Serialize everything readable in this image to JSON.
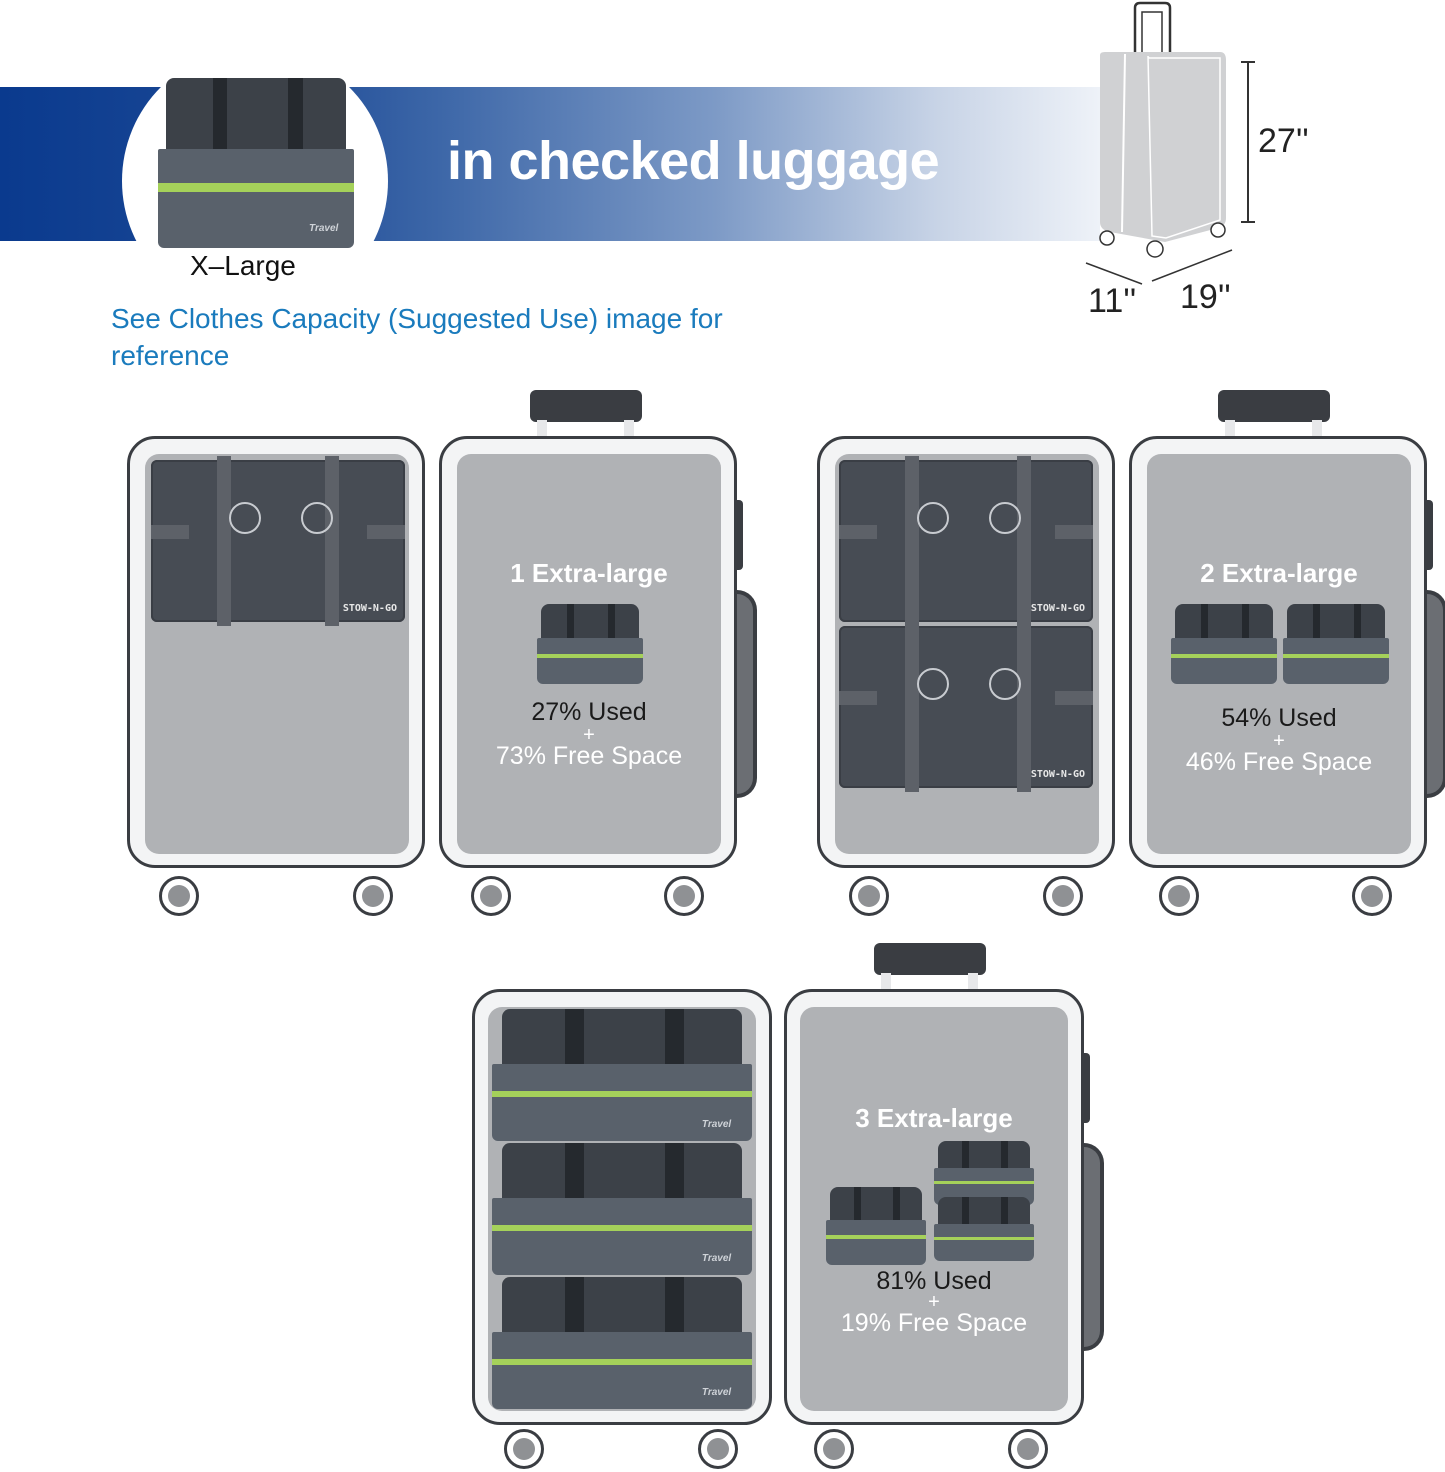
{
  "banner": {
    "title": "in checked luggage",
    "size_label": "X–Large",
    "reference_note": "See Clothes Capacity (Suggested Use) image for reference",
    "colors": {
      "gradient_start": "#0a3a8e",
      "gradient_end": "#eef2f8",
      "note_text": "#1a7bbd"
    }
  },
  "dimensions": {
    "height": "27''",
    "depth": "11''",
    "width": "19''"
  },
  "product": {
    "brand_bag": "Travel",
    "brand_flat": "STOW-N-GO"
  },
  "scenarios": [
    {
      "title": "1 Extra-large",
      "used": "27% Used",
      "plus": "+",
      "free": "73% Free Space",
      "count": 1,
      "used_pct": 27,
      "free_pct": 73
    },
    {
      "title": "2 Extra-large",
      "used": "54% Used",
      "plus": "+",
      "free": "46% Free Space",
      "count": 2,
      "used_pct": 54,
      "free_pct": 46
    },
    {
      "title": "3 Extra-large",
      "used": "81% Used",
      "plus": "+",
      "free": "19% Free Space",
      "count": 3,
      "used_pct": 81,
      "free_pct": 19
    }
  ],
  "colors": {
    "zipper_accent": "#a5d15a",
    "suitcase_outline": "#3a3d42",
    "suitcase_interior": "#b0b2b5"
  }
}
